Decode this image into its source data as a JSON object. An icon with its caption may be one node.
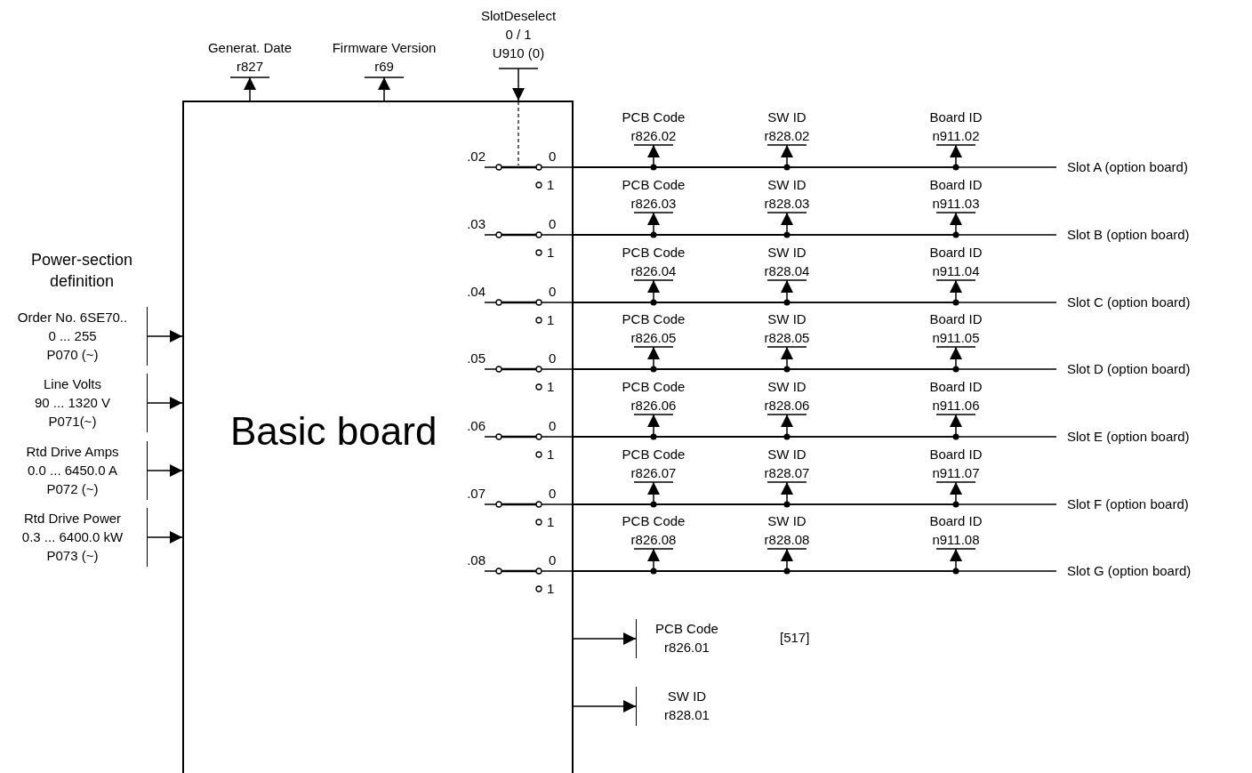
{
  "diagram": {
    "nodes": [
      {
        "text": [
          "Basic board"
        ]
      },
      {
        "text": [
          "Generat. Date",
          "r827"
        ]
      },
      {
        "text": [
          "Firmware Version",
          "r69"
        ]
      },
      {
        "text": [
          "SlotDeselect",
          "0 / 1",
          "U910 (0)"
        ]
      },
      {
        "text": [
          "Order No. 6SE70..",
          "0 ... 255",
          "P070 (~)"
        ]
      },
      {
        "text": [
          "Line Volts",
          "90 ... 1320 V",
          "P071(~)"
        ]
      },
      {
        "text": [
          "Rtd Drive Amps",
          "0.0 ... 6450.0 A",
          "P072 (~)"
        ]
      },
      {
        "text": [
          "Rtd Drive Power",
          "0.3 ... 6400.0 kW",
          "P073 (~)"
        ]
      },
      {
        "text": [
          "PCB Code",
          "r826.02"
        ]
      },
      {
        "text": [
          "SW ID",
          "r828.02"
        ]
      },
      {
        "text": [
          "Board ID",
          "n911.02"
        ]
      },
      {
        "text": [
          "Slot A (option board)"
        ]
      },
      {
        "text": [
          "PCB Code",
          "r826.03"
        ]
      },
      {
        "text": [
          "SW ID",
          "r828.03"
        ]
      },
      {
        "text": [
          "Board ID",
          "n911.03"
        ]
      },
      {
        "text": [
          "Slot B (option board)"
        ]
      },
      {
        "text": [
          "PCB Code",
          "r826.04"
        ]
      },
      {
        "text": [
          "SW ID",
          "r828.04"
        ]
      },
      {
        "text": [
          "Board ID",
          "n911.04"
        ]
      },
      {
        "text": [
          "Slot C (option board)"
        ]
      },
      {
        "text": [
          "PCB Code",
          "r826.05"
        ]
      },
      {
        "text": [
          "SW ID",
          "r828.05"
        ]
      },
      {
        "text": [
          "Board ID",
          "n911.05"
        ]
      },
      {
        "text": [
          "Slot D (option board)"
        ]
      },
      {
        "text": [
          "PCB Code",
          "r826.06"
        ]
      },
      {
        "text": [
          "SW ID",
          "r828.06"
        ]
      },
      {
        "text": [
          "Board ID",
          "n911.06"
        ]
      },
      {
        "text": [
          "Slot E (option board)"
        ]
      },
      {
        "text": [
          "PCB Code",
          "r826.07"
        ]
      },
      {
        "text": [
          "SW ID",
          "r828.07"
        ]
      },
      {
        "text": [
          "Board ID",
          "n911.07"
        ]
      },
      {
        "text": [
          "Slot F (option board)"
        ]
      },
      {
        "text": [
          "PCB Code",
          "r826.08"
        ]
      },
      {
        "text": [
          "SW ID",
          "r828.08"
        ]
      },
      {
        "text": [
          "Board ID",
          "n911.08"
        ]
      },
      {
        "text": [
          "Slot G (option board)"
        ]
      },
      {
        "text": [
          "PCB Code",
          "r826.01"
        ]
      },
      {
        "text": [
          "SW ID",
          "r828.01"
        ]
      }
    ],
    "edges": [
      {
        "from": 0,
        "to": 1,
        "arrow": "to"
      },
      {
        "from": 0,
        "to": 2,
        "arrow": "to"
      },
      {
        "from": 3,
        "to": 0,
        "arrow": "to"
      },
      {
        "from": 4,
        "to": 0,
        "arrow": "to"
      },
      {
        "from": 5,
        "to": 0,
        "arrow": "to"
      },
      {
        "from": 6,
        "to": 0,
        "arrow": "to"
      },
      {
        "from": 7,
        "to": 0,
        "arrow": "to"
      },
      {
        "from": 0,
        "to": 11,
        "arrow": "none"
      },
      {
        "from": 0,
        "to": 8,
        "arrow": "to"
      },
      {
        "from": 0,
        "to": 9,
        "arrow": "to"
      },
      {
        "from": 0,
        "to": 10,
        "arrow": "to"
      },
      {
        "from": 0,
        "to": 15,
        "arrow": "none"
      },
      {
        "from": 0,
        "to": 12,
        "arrow": "to"
      },
      {
        "from": 0,
        "to": 13,
        "arrow": "to"
      },
      {
        "from": 0,
        "to": 14,
        "arrow": "to"
      },
      {
        "from": 0,
        "to": 19,
        "arrow": "none"
      },
      {
        "from": 0,
        "to": 16,
        "arrow": "to"
      },
      {
        "from": 0,
        "to": 17,
        "arrow": "to"
      },
      {
        "from": 0,
        "to": 18,
        "arrow": "to"
      },
      {
        "from": 0,
        "to": 23,
        "arrow": "none"
      },
      {
        "from": 0,
        "to": 20,
        "arrow": "to"
      },
      {
        "from": 0,
        "to": 21,
        "arrow": "to"
      },
      {
        "from": 0,
        "to": 22,
        "arrow": "to"
      },
      {
        "from": 0,
        "to": 27,
        "arrow": "none"
      },
      {
        "from": 0,
        "to": 24,
        "arrow": "to"
      },
      {
        "from": 0,
        "to": 25,
        "arrow": "to"
      },
      {
        "from": 0,
        "to": 26,
        "arrow": "to"
      },
      {
        "from": 0,
        "to": 31,
        "arrow": "none"
      },
      {
        "from": 0,
        "to": 28,
        "arrow": "to"
      },
      {
        "from": 0,
        "to": 29,
        "arrow": "to"
      },
      {
        "from": 0,
        "to": 30,
        "arrow": "to"
      },
      {
        "from": 0,
        "to": 35,
        "arrow": "none"
      },
      {
        "from": 0,
        "to": 32,
        "arrow": "to"
      },
      {
        "from": 0,
        "to": 33,
        "arrow": "to"
      },
      {
        "from": 0,
        "to": 34,
        "arrow": "to"
      },
      {
        "from": 0,
        "to": 36,
        "arrow": "to"
      },
      {
        "from": 0,
        "to": 37,
        "arrow": "to"
      }
    ],
    "labels": [
      "Power-section definition",
      ".02",
      "0",
      "1",
      ".03",
      "0",
      "1",
      ".04",
      "0",
      "1",
      ".05",
      "0",
      "1",
      ".06",
      "0",
      "1",
      ".07",
      "0",
      "1",
      ".08",
      "0",
      "1",
      "[517]"
    ]
  }
}
